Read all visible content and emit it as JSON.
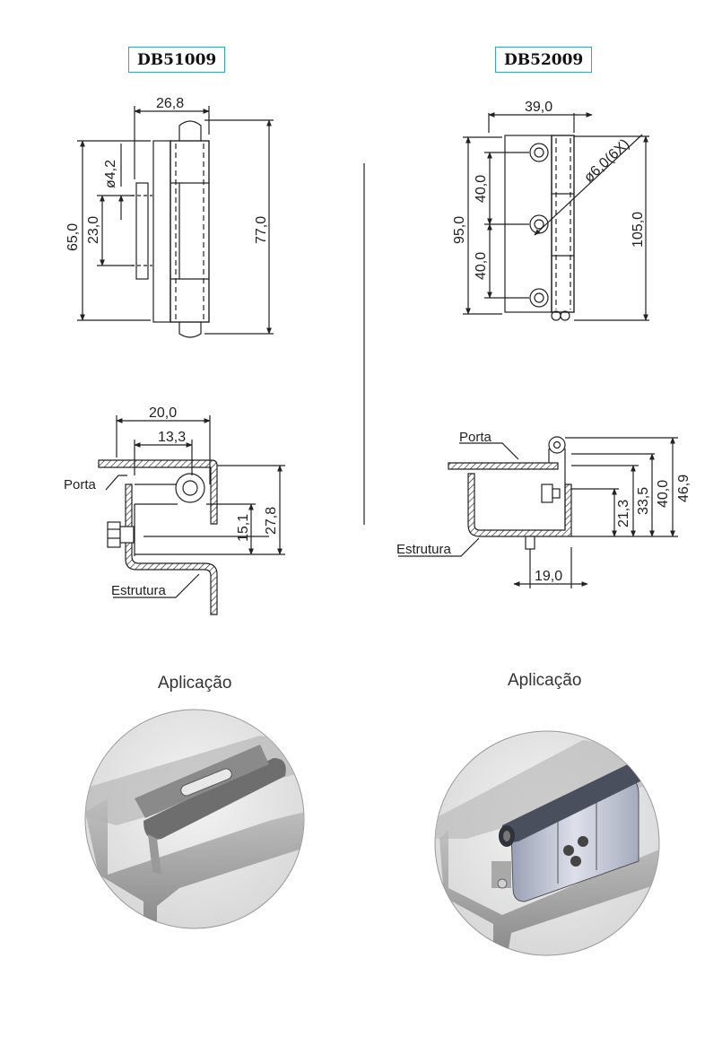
{
  "models": [
    {
      "code": "DB51009",
      "front_dims": [
        "26,8",
        "ø4,2",
        "65,0",
        "23,0",
        "77,0"
      ],
      "side_dims": [
        "20,0",
        "13,3",
        "15,1",
        "27,8"
      ],
      "labels": {
        "door": "Porta",
        "structure": "Estrutura"
      },
      "application": "Aplicação"
    },
    {
      "code": "DB52009",
      "front_dims": [
        "39,0",
        "ø6,0(6X)",
        "95,0",
        "40,0",
        "40,0",
        "105,0"
      ],
      "side_dims": [
        "21,3",
        "33,5",
        "40,0",
        "46,9",
        "19,0"
      ],
      "labels": {
        "door": "Porta",
        "structure": "Estrutura"
      },
      "application": "Aplicação"
    }
  ],
  "colors": {
    "code_border": "#3aa0c0",
    "line": "#222222",
    "metal": "#8a8a8a",
    "hinge_body": "#c9ccd8"
  }
}
